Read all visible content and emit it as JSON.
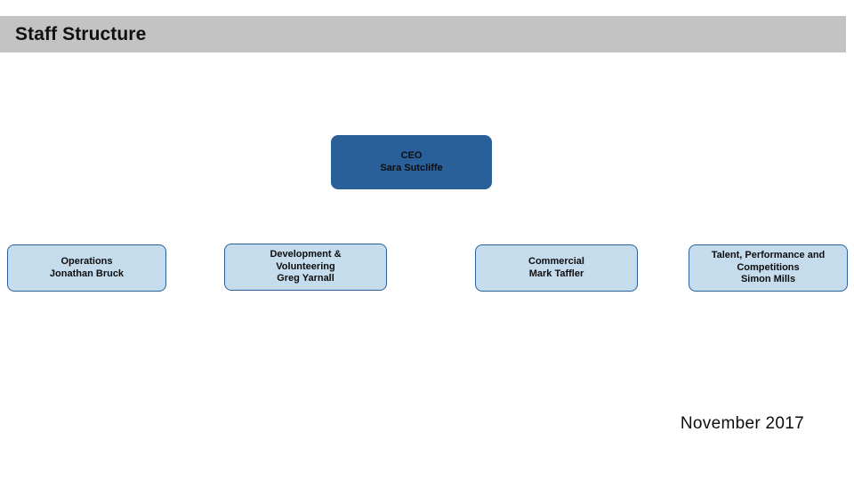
{
  "header": {
    "title": "Staff Structure"
  },
  "org_chart": {
    "ceo": {
      "label": "CEO\nSara Sutcliffe"
    },
    "departments": [
      {
        "label": "Operations\nJonathan Bruck"
      },
      {
        "label": "Development &\nVolunteering\nGreg Yarnall"
      },
      {
        "label": "Commercial\nMark Taffler"
      },
      {
        "label": "Talent, Performance and\nCompetitions\nSimon Mills"
      }
    ]
  },
  "footer": {
    "date": "November 2017"
  },
  "colors": {
    "title_bar": "#c3c3c3",
    "ceo_fill": "#2a6099",
    "node_fill": "#c5dced",
    "node_border": "#2a6099"
  }
}
